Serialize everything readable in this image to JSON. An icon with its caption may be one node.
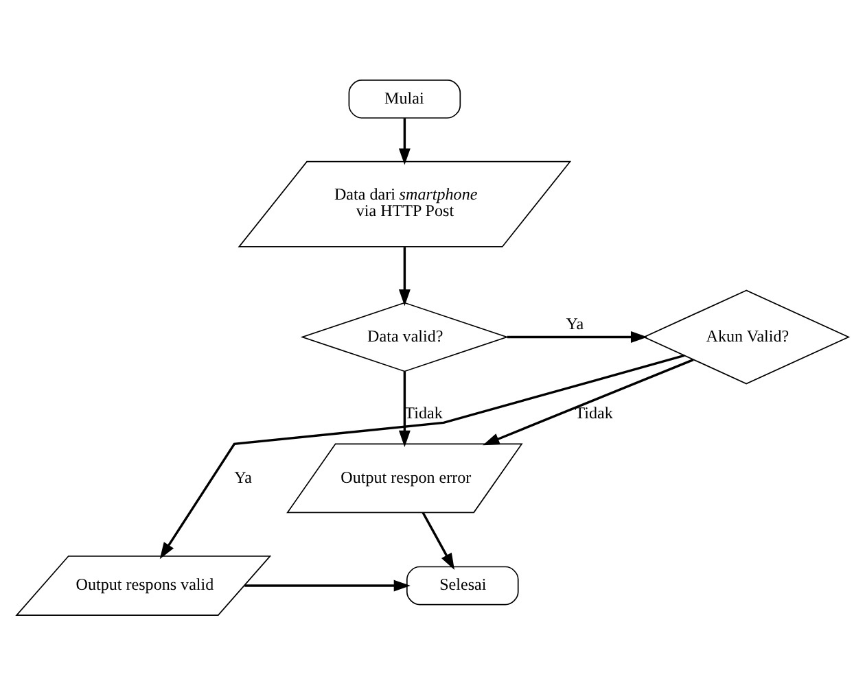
{
  "diagram": {
    "nodes": [
      {
        "text": [
          "Mulai"
        ]
      },
      {
        "text": [
          "Data dari *smartphone* via HTTP Post"
        ]
      },
      {
        "text": [
          "Data valid?"
        ]
      },
      {
        "text": [
          "Akun Valid?"
        ]
      },
      {
        "text": [
          "Output respon error"
        ]
      },
      {
        "text": [
          "Selesai"
        ]
      },
      {
        "text": [
          "Output respons valid"
        ]
      }
    ],
    "edges": [
      {
        "from": 0,
        "to": 1,
        "arrow": "to"
      },
      {
        "from": 1,
        "to": 2,
        "arrow": "to"
      },
      {
        "from": 2,
        "to": 3,
        "arrow": "to",
        "label": "Ya"
      },
      {
        "from": 2,
        "to": 4,
        "arrow": "to",
        "label": "Tidak"
      },
      {
        "from": 3,
        "to": 4,
        "arrow": "to",
        "label": "Tidak"
      },
      {
        "from": 3,
        "to": 6,
        "arrow": "to",
        "label": "Ya"
      },
      {
        "from": 4,
        "to": 5,
        "arrow": "to"
      },
      {
        "from": 6,
        "to": 5,
        "arrow": "to"
      }
    ]
  }
}
